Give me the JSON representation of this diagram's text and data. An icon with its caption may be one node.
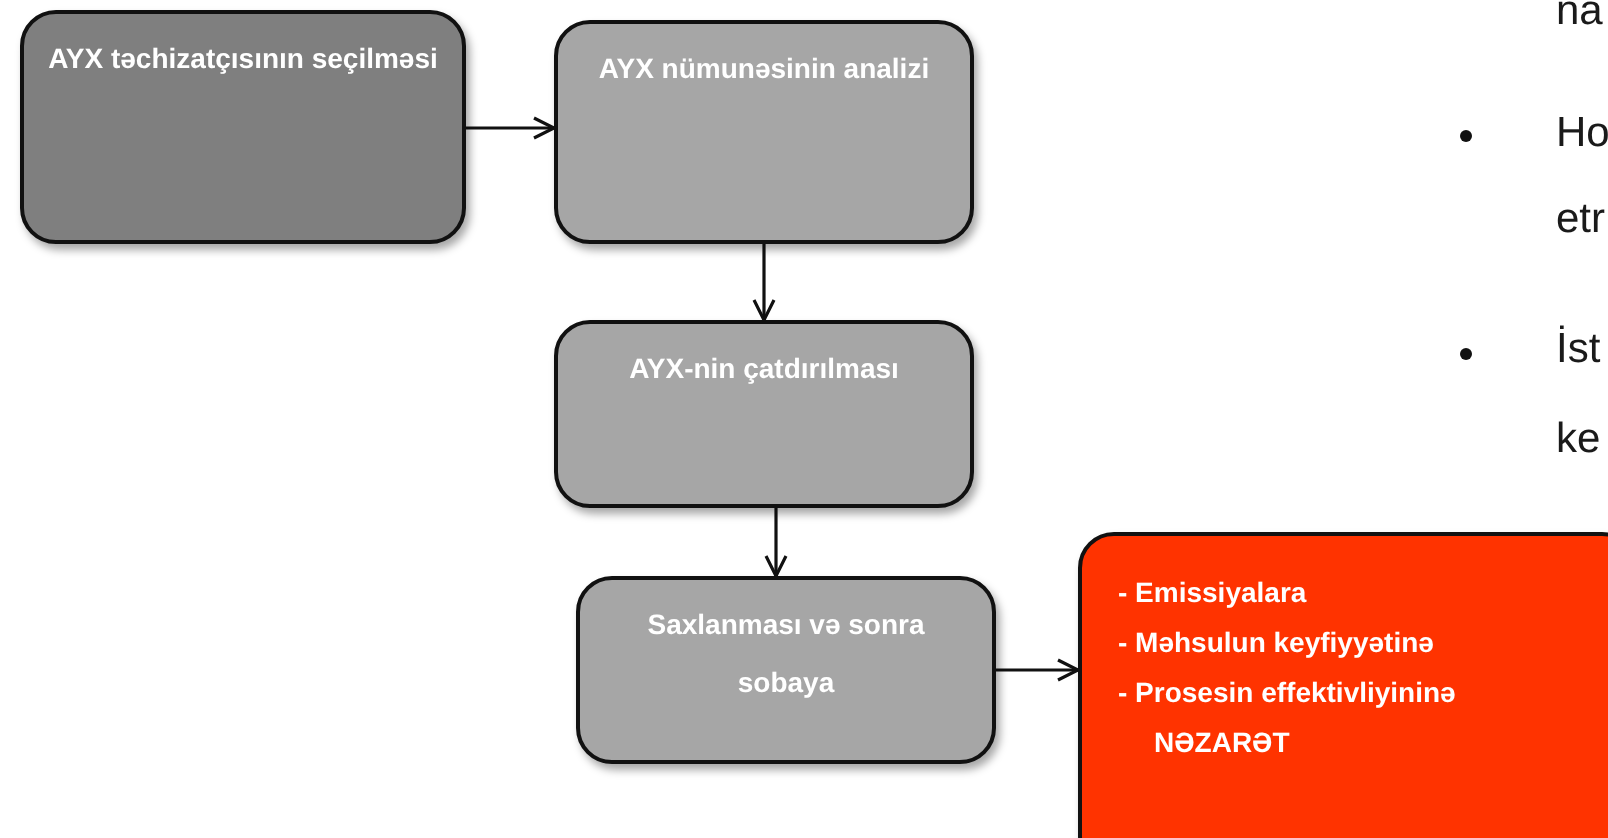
{
  "diagram": {
    "nodes": [
      {
        "text": [
          "AYX təchizatçısının seçilməsi"
        ]
      },
      {
        "text": [
          "AYX nümunəsinin analizi"
        ]
      },
      {
        "text": [
          "AYX-nin çatdırılması"
        ]
      },
      {
        "text": [
          "Saxlanması və sonra sobaya"
        ]
      },
      {
        "text": [
          "- Emissiyalara",
          "- Məhsulun  keyfiyyətinə",
          "- Prosesin effektivliyininə NƏZARƏT"
        ]
      }
    ],
    "edges": [
      {
        "from": 0,
        "to": 1,
        "arrow": "to"
      },
      {
        "from": 1,
        "to": 2,
        "arrow": "to"
      },
      {
        "from": 2,
        "to": 3,
        "arrow": "to"
      },
      {
        "from": 3,
        "to": 4,
        "arrow": "to"
      }
    ],
    "labels": [
      "na",
      "Ho",
      "etr",
      "İst",
      "ke"
    ]
  }
}
